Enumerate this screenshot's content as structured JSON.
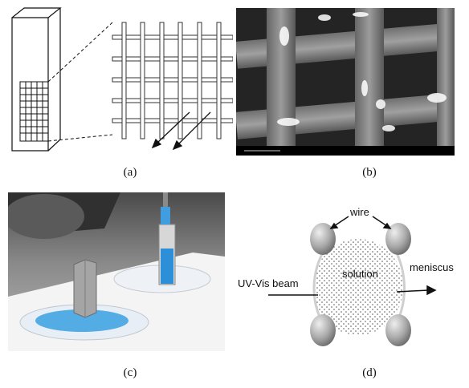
{
  "panels": {
    "a": {
      "caption": "(a)"
    },
    "b": {
      "caption": "(b)"
    },
    "c": {
      "caption": "(c)"
    },
    "d": {
      "caption": "(d)",
      "labels": {
        "wire": "wire",
        "solution": "solution",
        "meniscus": "meniscus",
        "beam": "UV-Vis beam"
      }
    }
  }
}
